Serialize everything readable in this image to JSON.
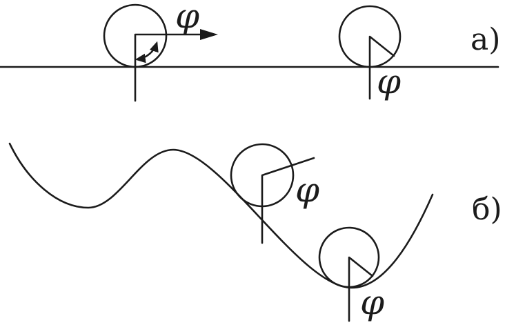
{
  "figure": {
    "colors": {
      "ink": "#1b1b1b",
      "background": "#ffffff"
    },
    "labels": {
      "phi_a_left": "φ",
      "phi_a_right": "φ",
      "phi_b_upper": "φ",
      "phi_b_lower": "φ",
      "part_a": "а)",
      "part_b": "б)"
    }
  }
}
